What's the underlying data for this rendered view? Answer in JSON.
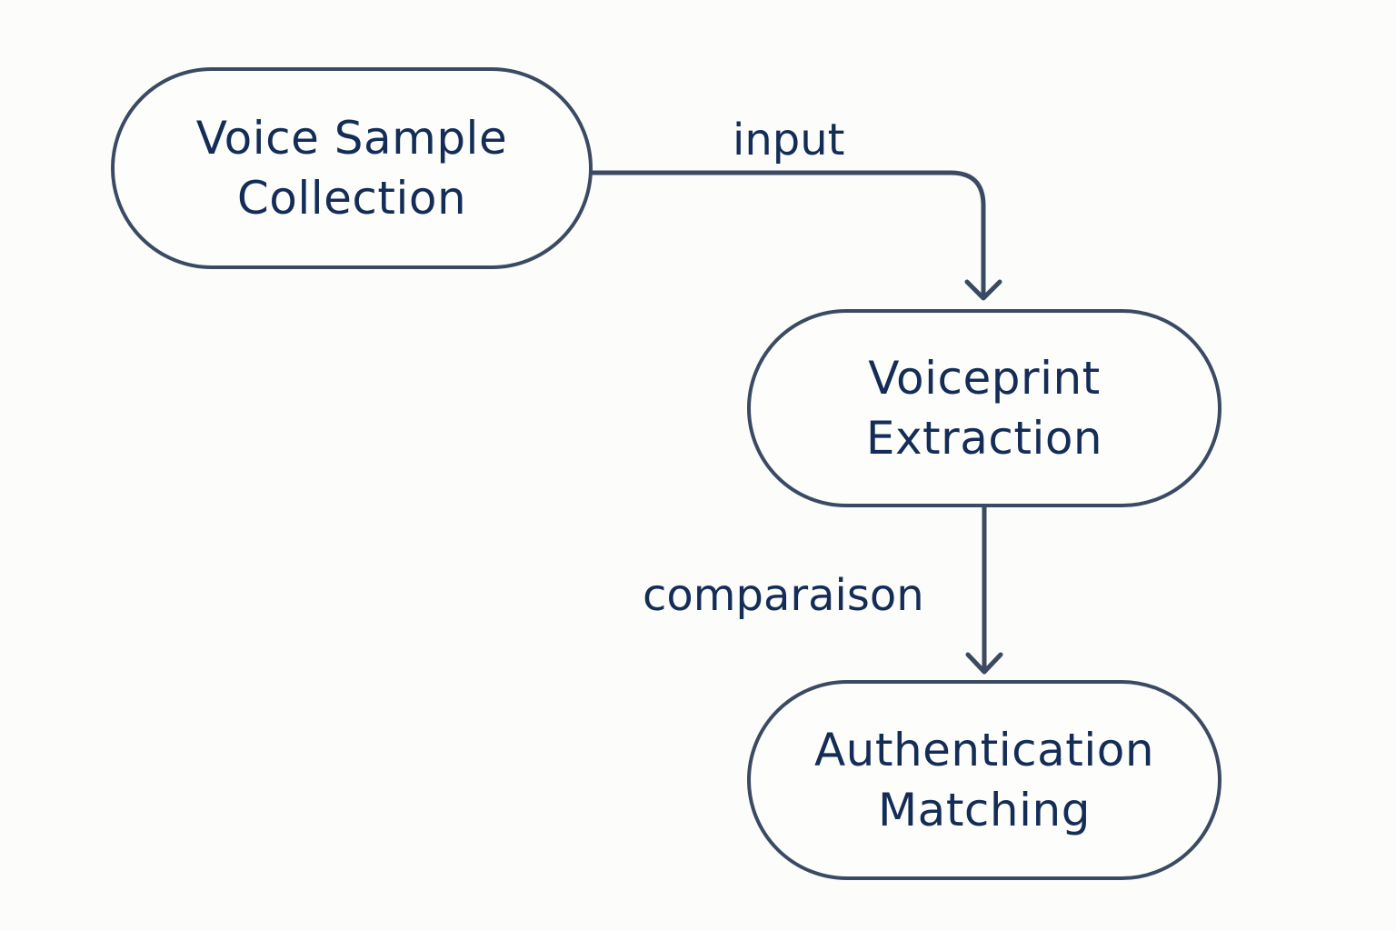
{
  "diagram": {
    "type": "flowchart",
    "colors": {
      "background": "#fcfcfa",
      "stroke": "#3b4a63",
      "text": "#142d57"
    },
    "nodes": [
      {
        "id": "voice-sample-collection",
        "line1": "Voice Sample",
        "line2": "Collection"
      },
      {
        "id": "voiceprint-extraction",
        "line1": "Voiceprint",
        "line2": "Extraction"
      },
      {
        "id": "authentication-matching",
        "line1": "Authentication",
        "line2": "Matching"
      }
    ],
    "edges": [
      {
        "from": "voice-sample-collection",
        "to": "voiceprint-extraction",
        "label": "input"
      },
      {
        "from": "voiceprint-extraction",
        "to": "authentication-matching",
        "label": "comparaison"
      }
    ]
  }
}
